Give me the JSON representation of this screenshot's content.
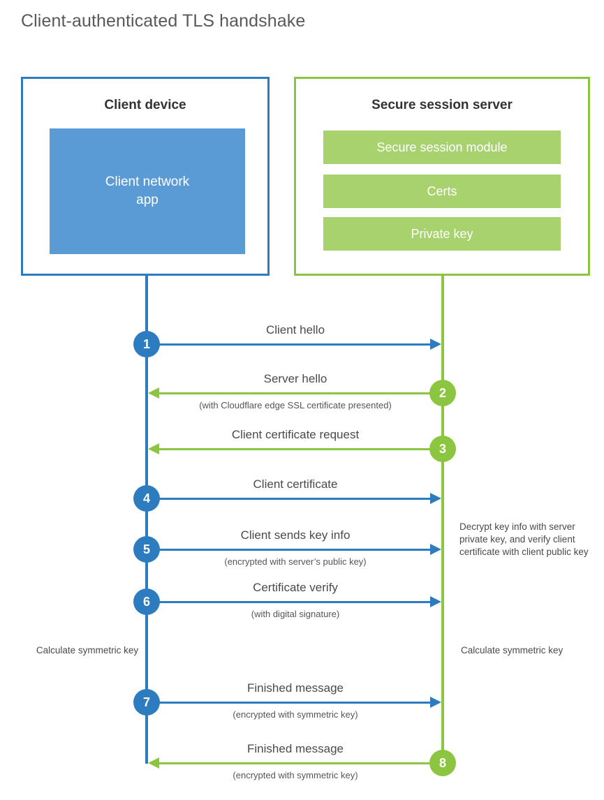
{
  "title": "Client-authenticated TLS handshake",
  "colors": {
    "client_blue": "#2e7cc0",
    "client_app_fill": "#5b9bd5",
    "server_green": "#8cc540",
    "server_bar_fill": "#a8d26d",
    "text": "#4a4a4a"
  },
  "client": {
    "title": "Client device",
    "app_label": "Client network\napp",
    "app_label_line1": "Client network",
    "app_label_line2": "app"
  },
  "server": {
    "title": "Secure session server",
    "bars": [
      {
        "label": "Secure session module"
      },
      {
        "label": "Certs"
      },
      {
        "label": "Private key"
      }
    ]
  },
  "steps": [
    {
      "number": "1",
      "label": "Client hello",
      "sublabel": "",
      "direction": "client-to-server",
      "color": "client_blue",
      "circle_side": "client"
    },
    {
      "number": "2",
      "label": "Server hello",
      "sublabel": "(with Cloudflare edge SSL certificate presented)",
      "direction": "server-to-client",
      "color": "server_green",
      "circle_side": "server"
    },
    {
      "number": "3",
      "label": "Client certificate request",
      "sublabel": "",
      "direction": "server-to-client",
      "color": "server_green",
      "circle_side": "server"
    },
    {
      "number": "4",
      "label": "Client certificate",
      "sublabel": "",
      "direction": "client-to-server",
      "color": "client_blue",
      "circle_side": "client"
    },
    {
      "number": "5",
      "label": "Client sends key info",
      "sublabel": "(encrypted with server’s public key)",
      "direction": "client-to-server",
      "color": "client_blue",
      "circle_side": "client"
    },
    {
      "number": "6",
      "label": "Certificate verify",
      "sublabel": "(with digital signature)",
      "direction": "client-to-server",
      "color": "client_blue",
      "circle_side": "client"
    },
    {
      "number": "7",
      "label": "Finished message",
      "sublabel": "(encrypted with symmetric key)",
      "direction": "client-to-server",
      "color": "client_blue",
      "circle_side": "client"
    },
    {
      "number": "8",
      "label": "Finished message",
      "sublabel": "(encrypted with symmetric key)",
      "direction": "server-to-client",
      "color": "server_green",
      "circle_side": "server"
    }
  ],
  "notes": {
    "decrypt": "Decrypt key info with server private key, and verify client certificate with client public key",
    "calculate_client": "Calculate symmetric key",
    "calculate_server": "Calculate symmetric key"
  }
}
